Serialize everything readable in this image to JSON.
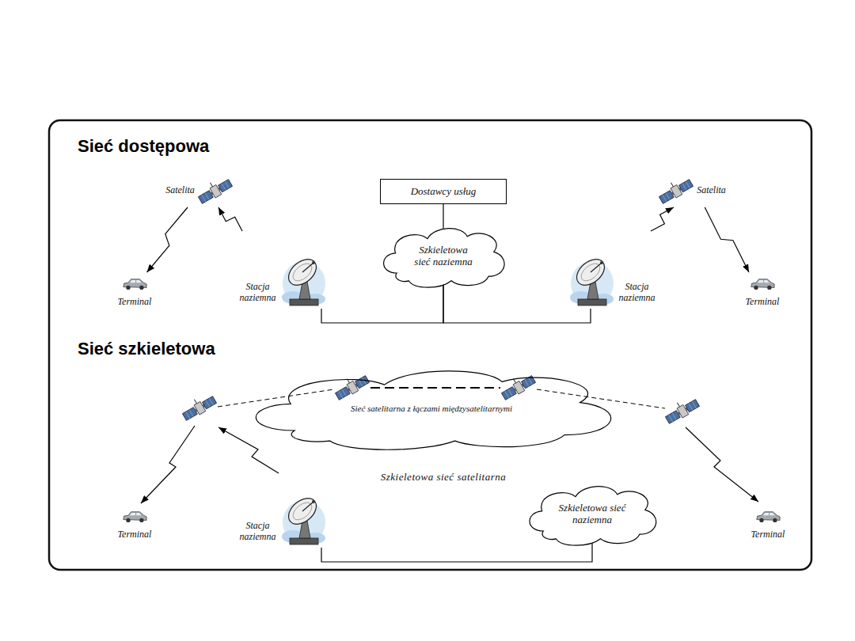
{
  "diagram": {
    "nodes": [
      {
        "text": [
          "Satelita"
        ]
      },
      {
        "text": [
          "Dostawcy usług"
        ]
      },
      {
        "text": [
          "Satelita"
        ]
      },
      {
        "text": [
          "Szkieletowa sieć naziemna"
        ]
      },
      {
        "text": [
          "Terminal"
        ]
      },
      {
        "text": [
          "Stacja naziemna"
        ]
      },
      {
        "text": [
          "Stacja naziemna"
        ]
      },
      {
        "text": [
          "Terminal"
        ]
      },
      {
        "text": [
          "Sieć satelitarna z łączami międzysatelitarnymi"
        ]
      },
      {
        "text": [
          "Terminal"
        ]
      },
      {
        "text": [
          "Stacja naziemna"
        ]
      },
      {
        "text": [
          "Szkieletowa sieć naziemna"
        ]
      },
      {
        "text": [
          "Terminal"
        ]
      }
    ],
    "edges": [
      {
        "from": 0,
        "to": 4,
        "arrow": "to"
      },
      {
        "from": 5,
        "to": 0,
        "arrow": "to"
      },
      {
        "from": 1,
        "to": 3,
        "arrow": "none"
      },
      {
        "from": 6,
        "to": 2,
        "arrow": "to"
      },
      {
        "from": 2,
        "to": 7,
        "arrow": "to"
      },
      {
        "from": 5,
        "to": 3,
        "arrow": "none"
      },
      {
        "from": 3,
        "to": 6,
        "arrow": "none"
      },
      {
        "from": 10,
        "to": 11,
        "arrow": "none"
      }
    ],
    "labels": [
      "Sieć dostępowa",
      "Sieć szkieletowa",
      "Szkieletowa sieć satelitarna"
    ]
  }
}
